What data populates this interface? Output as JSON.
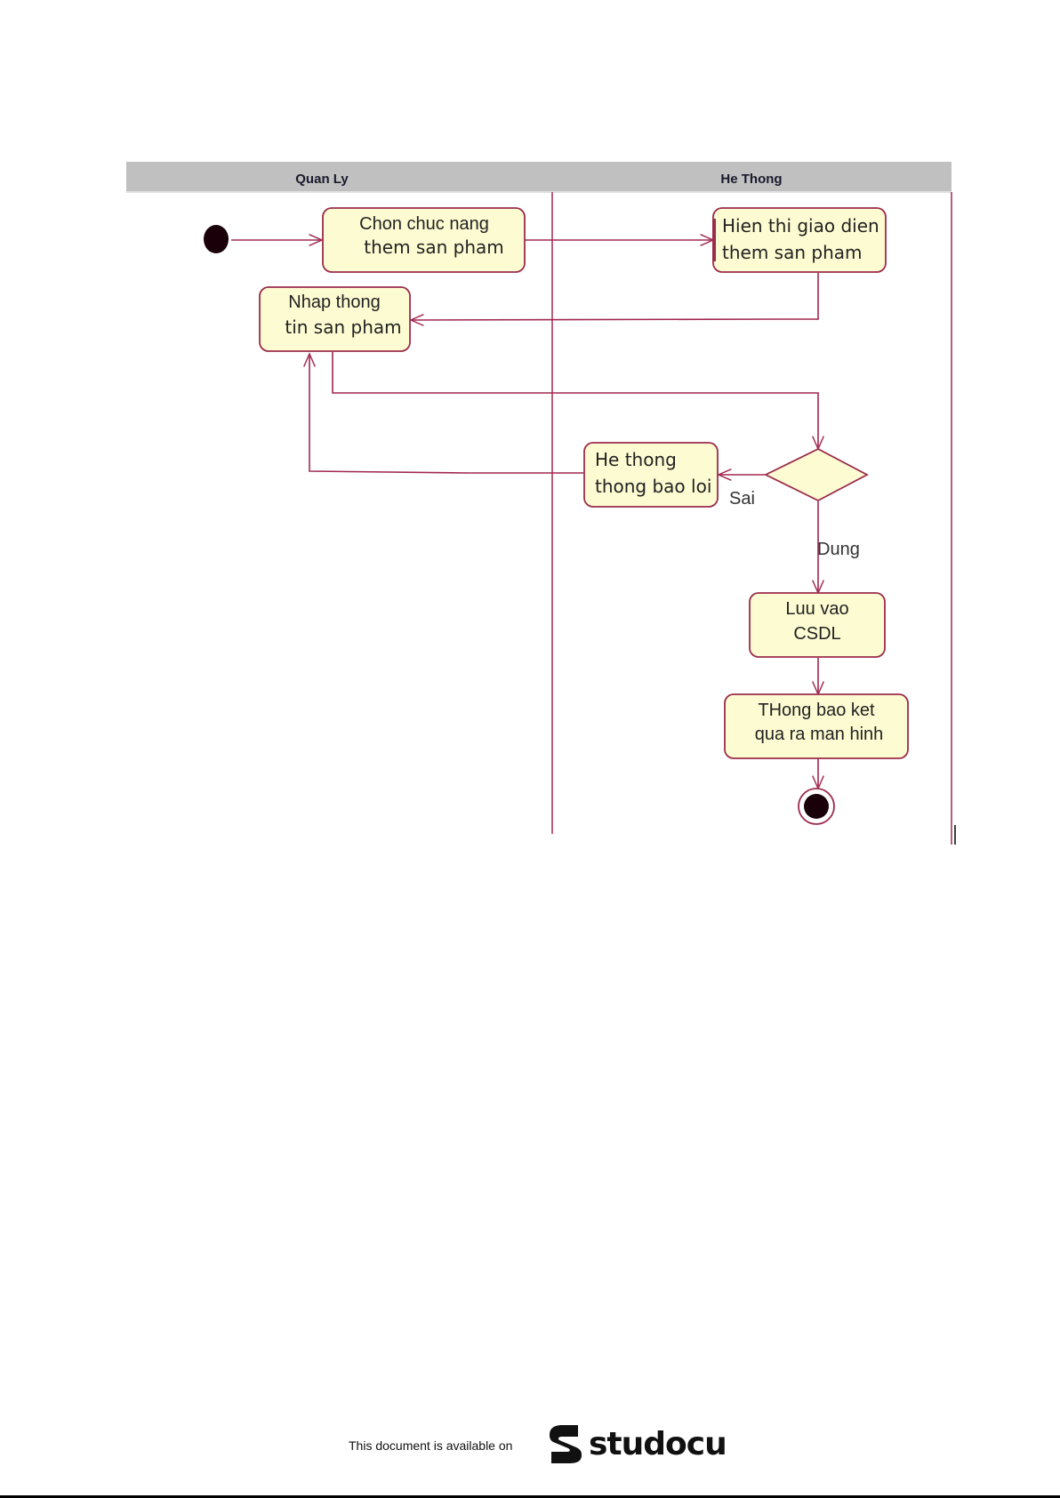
{
  "diagram": {
    "type": "uml-activity",
    "lanes": [
      {
        "id": "quan-ly",
        "title": "Quan Ly"
      },
      {
        "id": "he-thong",
        "title": "He Thong"
      }
    ],
    "nodes": {
      "start": {
        "kind": "initial"
      },
      "chon_chuc_nang": {
        "lines": [
          "Chon chuc nang",
          "them san pham"
        ]
      },
      "hien_thi": {
        "lines": [
          "Hien thi giao dien",
          "them san pham"
        ]
      },
      "nhap_thong_tin": {
        "lines": [
          "Nhap thong",
          "tin san pham"
        ]
      },
      "decision": {
        "kind": "decision"
      },
      "bao_loi": {
        "lines": [
          "He thong",
          "thong bao loi"
        ]
      },
      "luu_csdl": {
        "lines": [
          "Luu vao",
          "CSDL"
        ]
      },
      "thong_bao": {
        "lines": [
          "THong bao ket",
          "qua ra man hinh"
        ]
      },
      "end": {
        "kind": "final"
      }
    },
    "guards": {
      "sai": "Sai",
      "dung": "Dung"
    },
    "edges": [
      {
        "from": "start",
        "to": "chon_chuc_nang"
      },
      {
        "from": "chon_chuc_nang",
        "to": "hien_thi"
      },
      {
        "from": "hien_thi",
        "to": "nhap_thong_tin"
      },
      {
        "from": "nhap_thong_tin",
        "to": "decision"
      },
      {
        "from": "decision",
        "to": "bao_loi",
        "guard": "Sai"
      },
      {
        "from": "bao_loi",
        "to": "nhap_thong_tin"
      },
      {
        "from": "decision",
        "to": "luu_csdl",
        "guard": "Dung"
      },
      {
        "from": "luu_csdl",
        "to": "thong_bao"
      },
      {
        "from": "thong_bao",
        "to": "end"
      }
    ],
    "colors": {
      "line": "#a0284f",
      "node_fill": "#fdfbd1",
      "node_stroke": "#9b2c4b",
      "header_fill": "#c0c0c0",
      "start_fill": "#1a0008"
    }
  },
  "footer": {
    "text": "This document is available on",
    "brand": "studocu"
  }
}
